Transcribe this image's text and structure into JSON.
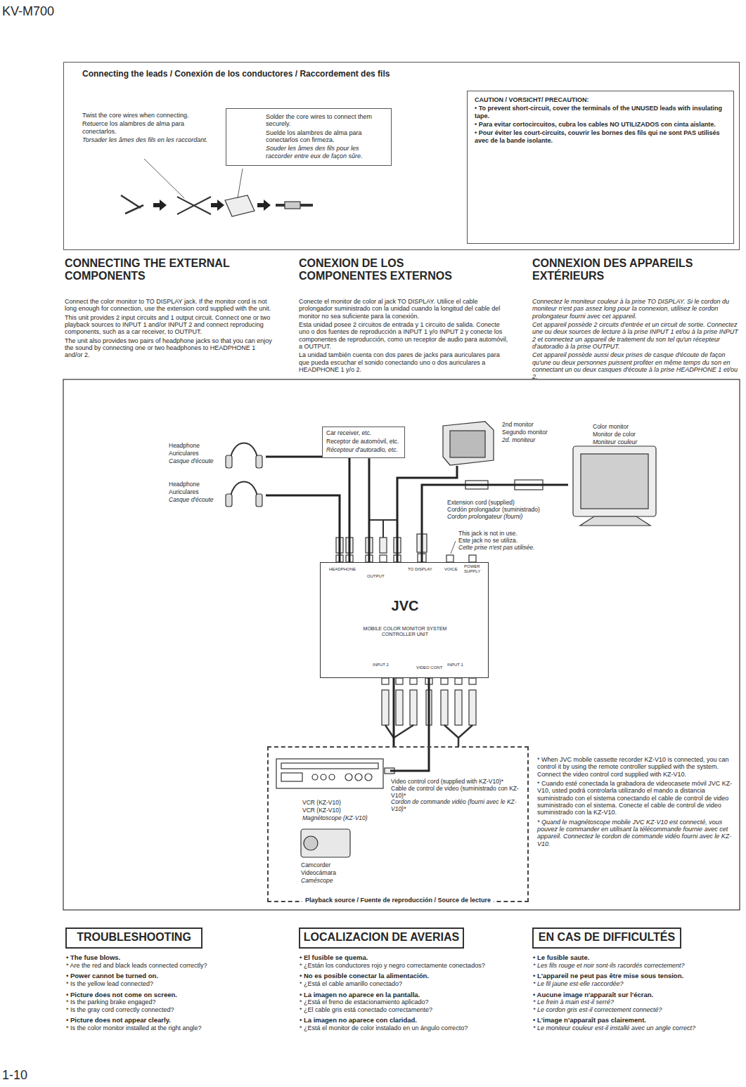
{
  "diagram": {
    "nodes": [
      {
        "text": [
          "Connecting the leads / Conexión de los conductores / Raccordement des fils",
          "Twist the core wires when connecting.",
          "Retuerce los alambres de alma para conectarlos.",
          "Torsader les âmes des fils en les raccordant."
        ]
      },
      {
        "text": [
          "Solder the core wires to connect them securely.",
          "Suelde los alambres de alma para conectarlos con firmeza.",
          "Souder les âmes des fils pour les raccorder entre eux de façon sûre."
        ],
        "in": 0
      },
      {
        "text": [
          "CAUTION / VORSICHT/ PRECAUTION:",
          "• To prevent short-circuit, cover the terminals of the UNUSED leads with insulating tape.",
          "• Para evitar cortocircuitos, cubra los cables NO UTILIZADOS con cinta aislante.",
          "• Pour éviter les court-circuits, couvrir les bornes des fils qui ne sont PAS utilisés avec de la bande isolante."
        ],
        "in": 0
      },
      {
        "text": [
          "Car receiver, etc.",
          "Receptor de automóvil, etc.",
          "Récepteur d'autoradio, etc."
        ]
      },
      {
        "text": [
          "2nd monitor",
          "Segundo monitor",
          "2d. moniteur"
        ]
      },
      {
        "text": [
          "Color monitor",
          "Monitor de color",
          "Moniteur couleur"
        ]
      },
      {
        "text": [
          "Headphone",
          "Auriculares",
          "Casque d'écoute"
        ]
      },
      {
        "text": [
          "Headphone",
          "Auriculares",
          "Casque d'écoute"
        ]
      },
      {
        "text": [
          "HEADPHONE",
          "OUTPUT",
          "TO DISPLAY",
          "VOICE",
          "POWER SUPPLY",
          "JVC",
          "MOBILE COLOR MONITOR SYSTEM CONTROLLER UNIT",
          "INPUT 2",
          "VIDEO CONT",
          "INPUT 1"
        ]
      },
      {
        "text": [
          "Playback source / Fuente de reproducción / Source de lecture"
        ]
      },
      {
        "text": [
          "VCR (KZ-V10)",
          "VCR (KZ-V10)",
          "Magnétoscope (KZ-V10)"
        ],
        "in": 9
      },
      {
        "text": [
          "Camcorder",
          "Videocámara",
          "Caméscope"
        ],
        "in": 9
      },
      {
        "text": [
          "TROUBLESHOOTING"
        ]
      },
      {
        "text": [
          "LOCALIZACION DE AVERIAS"
        ]
      },
      {
        "text": [
          "EN CAS DE DIFFICULTÉS"
        ]
      }
    ],
    "edges": [
      {
        "from": 6,
        "to": 8,
        "arrow": "none"
      },
      {
        "from": 7,
        "to": 8,
        "arrow": "none"
      },
      {
        "from": 3,
        "to": 8,
        "arrow": "none"
      },
      {
        "from": 4,
        "to": 8,
        "arrow": "none"
      },
      {
        "from": 5,
        "to": 8,
        "arrow": "none"
      },
      {
        "from": 9,
        "to": 8,
        "arrow": "none"
      },
      {
        "from": 10,
        "to": 8,
        "arrow": "none"
      }
    ],
    "labels": [
      "KV-M700",
      "CONNECTING THE EXTERNAL COMPONENTS",
      "CONEXION DE LOS COMPONENTES EXTERNOS",
      "CONNEXION DES APPAREILS EXTÉRIEURS",
      "Connect the color monitor to TO DISPLAY jack. If the monitor cord is not long enough for connection, use the extension cord supplied with the unit.",
      "This unit provides 2 input circuits and 1 output circuit. Connect one or two playback sources to INPUT 1 and/or INPUT 2 and connect reproducing components, such as a car receiver, to OUTPUT.",
      "The unit also provides two pairs of headphone jacks so that you can enjoy the sound by connecting one or two headphones to HEADPHONE 1 and/or 2.",
      "Conecte el monitor de color al jack TO DISPLAY. Utilice el cable prolongador suministrado con la unidad cuando la longitud del cable del monitor no sea suficiente para la conexión.",
      "Esta unidad posee 2 circuitos de entrada y 1 circuito de salida. Conecte uno o dos fuentes de reproducción a INPUT 1 y/o INPUT 2 y conecte los componentes de reproducción, como un receptor de audio para automóvil, a OUTPUT.",
      "La unidad también cuenta con dos pares de jacks para auriculares para que pueda escuchar el sonido conectando uno o dos auriculares a HEADPHONE 1 y/o 2.",
      "Connectez le moniteur couleur à la prise TO DISPLAY. Si le cordon du moniteur n'est pas assez long pour la connexion, utilisez le cordon prolongateur fourni avec cet appareil.",
      "Cet appareil possède 2 circuits d'entrée et un circuit de sortie. Connectez une ou deux sources de lecture à la prise INPUT 1 et/ou à la prise INPUT 2 et connectez un appareil de traitement du son tel qu'un récepteur d'autoradio à la prise OUTPUT.",
      "Cet appareil possède aussi deux prises de casque d'écoute de façon qu'une ou deux personnes puissent profiter en même temps du son en connectant un ou deux casques d'écoute à la prise HEADPHONE 1 et/ou 2.",
      "Extension cord (supplied)",
      "Cordón prolongador (suministrado)",
      "Cordon prolongateur (fourni)",
      "This jack is not in use.",
      "Este jack no se utiliza.",
      "Cette prise n'est pas utilisée.",
      "Video control cord (supplied with KZ-V10)*",
      "Cable de control de video (suministrado con KZ-V10)*",
      "Cordon de commande vidéo (fourni avec le KZ-V10)*",
      "* When JVC mobile cassette recorder KZ-V10 is connected, you can control it by using the remote controller supplied with the system. Connect the video control cord supplied with KZ-V10.",
      "* Cuando esté conectada la grabadora de videocasete móvil JVC KZ-V10, usted podrá controlarla utilizando el mando a distancia suministrado con el sistema conectando el cable de control de video suministrado con el sistema. Conecte el cable de control de video suministrado con la KZ-V10.",
      "* Quand le magnétoscope mobile JVC KZ-V10 est connecté, vous pouvez le commander en utilisant la télécommande fournie avec cet appareil. Connectez le cordon de commande vidéo fourni avec le KZ-V10.",
      "• The fuse blows.",
      "* Are the red and black leads connected correctly?",
      "• Power cannot be turned on.",
      "* Is the yellow lead connected?",
      "• Picture does not come on screen.",
      "* Is the parking brake engaged?",
      "* Is the gray cord correctly connected?",
      "• Picture does not appear clearly.",
      "* Is the color monitor installed at the right angle?",
      "• El fusible se quema.",
      "* ¿Están los conductores rojo y negro correctamente conectados?",
      "• No es posible conectar la alimentación.",
      "* ¿Está el cable amarillo conectado?",
      "• La imagen no aparece en la pantalla.",
      "* ¿Está el freno de estacionamiento aplicado?",
      "* ¿El cable gris está conectado correctamente?",
      "• La imagen no aparece con claridad.",
      "* ¿Está el monitor de color instalado en un ángulo correcto?",
      "• Le fusible saute.",
      "* Les fils rouge et noir sont-ils racordés correctement?",
      "• L'appareil ne peut pas être mise sous tension.",
      "* Le fil jaune est-elle raccordée?",
      "• Aucune image n'apparaît sur l'écran.",
      "* Le frein à main est-il serré?",
      "* Le cordon gris est-il correctement connecté?",
      "• L'image n'apparaît pas clairement.",
      "* Le moniteur couleur est-il installé avec un angle correct?",
      "1-10"
    ]
  }
}
